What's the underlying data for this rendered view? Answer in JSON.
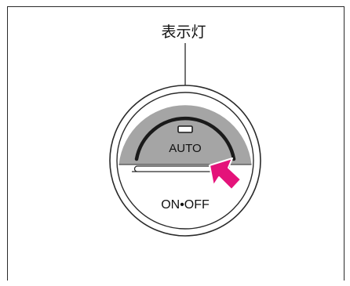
{
  "labels": {
    "indicator_caption": "表示灯",
    "auto_label": "AUTO",
    "on_off_label": "ON•OFF"
  },
  "colors": {
    "upper_half_fill": "#a5a5a5",
    "lower_half_fill": "#ffffff",
    "ring_fill": "#ffffff",
    "outline": "#2a2a2a",
    "arrow": "#e4137a"
  },
  "icons": {
    "pointer": "arrow-icon"
  }
}
